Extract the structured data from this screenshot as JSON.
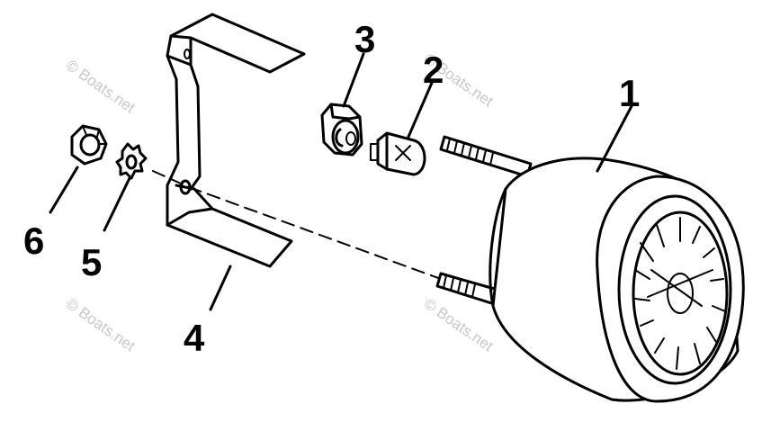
{
  "diagram": {
    "callouts": [
      {
        "id": "callout-1",
        "text": "1"
      },
      {
        "id": "callout-2",
        "text": "2"
      },
      {
        "id": "callout-3",
        "text": "3"
      },
      {
        "id": "callout-4",
        "text": "4"
      },
      {
        "id": "callout-5",
        "text": "5"
      },
      {
        "id": "callout-6",
        "text": "6"
      }
    ],
    "watermark": "© Boats.net",
    "colors": {
      "line": "#000000",
      "background": "#ffffff",
      "watermark": "#c8c8c8"
    }
  }
}
